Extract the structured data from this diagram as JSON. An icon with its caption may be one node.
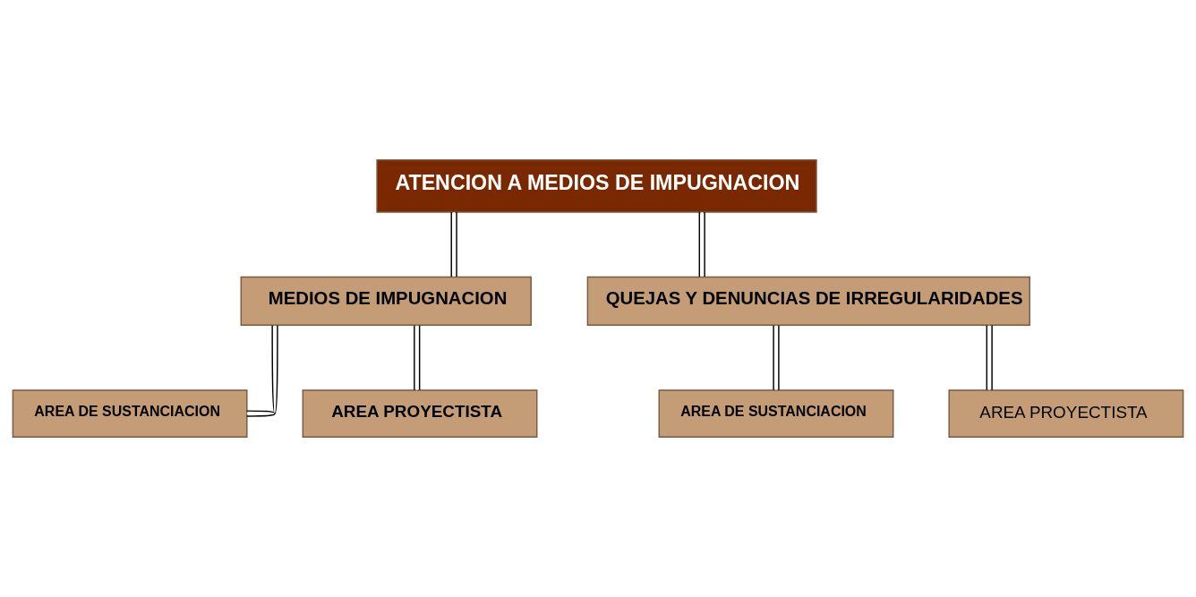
{
  "diagram": {
    "nodes": [
      {
        "text": [
          "ATENCION A MEDIOS DE IMPUGNACION"
        ]
      },
      {
        "text": [
          "MEDIOS DE IMPUGNACION"
        ]
      },
      {
        "text": [
          "QUEJAS Y DENUNCIAS DE IRREGULARIDADES"
        ]
      },
      {
        "text": [
          "AREA DE SUSTANCIACION"
        ]
      },
      {
        "text": [
          "AREA PROYECTISTA"
        ]
      },
      {
        "text": [
          "AREA DE SUSTANCIACION"
        ]
      },
      {
        "text": [
          "AREA PROYECTISTA"
        ]
      }
    ],
    "edges": [
      {
        "from": 0,
        "to": 1,
        "arrow": "none"
      },
      {
        "from": 0,
        "to": 2,
        "arrow": "none"
      },
      {
        "from": 1,
        "to": 3,
        "arrow": "none"
      },
      {
        "from": 1,
        "to": 4,
        "arrow": "none"
      },
      {
        "from": 2,
        "to": 5,
        "arrow": "none"
      },
      {
        "from": 2,
        "to": 6,
        "arrow": "none"
      }
    ]
  }
}
